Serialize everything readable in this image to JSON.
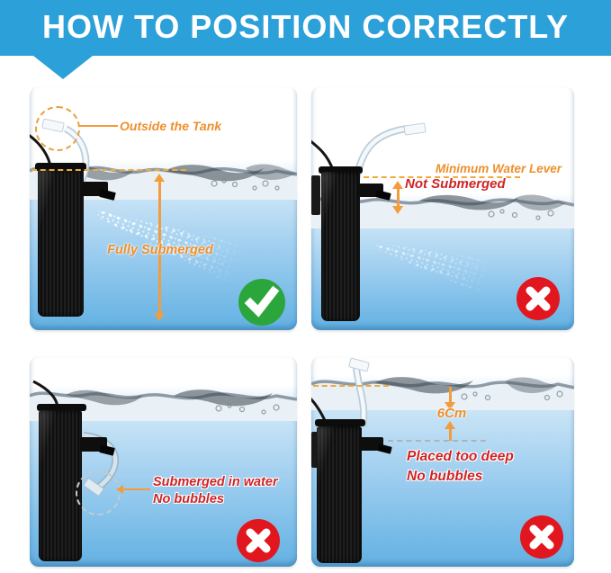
{
  "header": {
    "title": "HOW TO POSITION CORRECTLY"
  },
  "panels": [
    {
      "id": "fully-submerged",
      "callout_label": "Outside the Tank",
      "main_label": "Fully Submerged",
      "verdict": "correct"
    },
    {
      "id": "not-submerged",
      "waterline_label": "Minimum Water Lever",
      "main_label": "Not Submerged",
      "verdict": "wrong"
    },
    {
      "id": "tube-submerged",
      "main_label": "Submerged in water",
      "sub_label": "No bubbles",
      "verdict": "wrong"
    },
    {
      "id": "placed-too-deep",
      "depth_label": "6Cm",
      "main_label": "Placed too deep",
      "sub_label": "No bubbles",
      "verdict": "wrong"
    }
  ],
  "colors": {
    "header_blue": "#2CA0D8",
    "panel_blue": "#63B1E3",
    "accent_orange": "#EE8F2D",
    "warning_red": "#CF2427",
    "check_green": "#2BA63C",
    "cross_red": "#E2161F"
  }
}
